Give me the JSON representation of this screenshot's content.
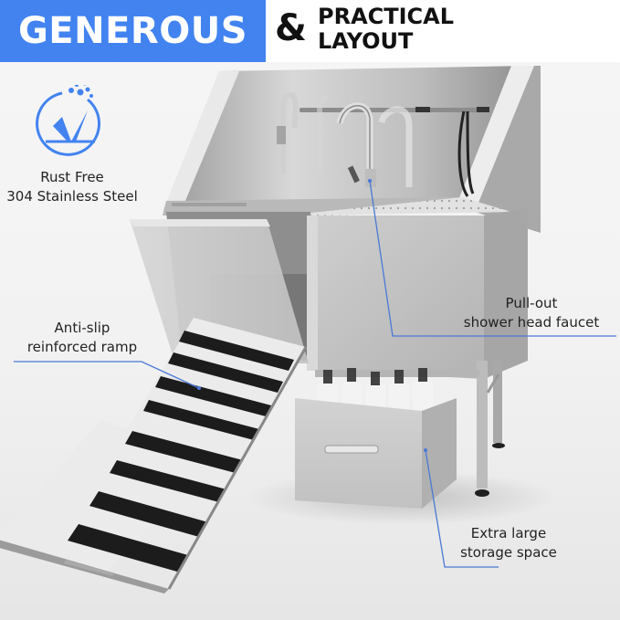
{
  "banner": {
    "highlight": "GENEROUS",
    "ampersand": "&",
    "line1": "PRACTICAL",
    "line2": "LAYOUT"
  },
  "colors": {
    "brand_blue": "#4283f0",
    "leader_line": "#4a78d6",
    "steel": "#c4c4c4",
    "stripe": "#1c1c1c"
  },
  "features": [
    {
      "icon": "rust-free-check-icon",
      "line1": "Rust Free",
      "line2": "304 Stainless Steel"
    },
    {
      "line1": "Anti-slip",
      "line2": "reinforced ramp"
    },
    {
      "line1": "Pull-out",
      "line2": "shower head faucet"
    },
    {
      "line1": "Extra large",
      "line2": "storage space"
    }
  ],
  "product": {
    "name": "stainless-steel-pet-grooming-tub",
    "parts": [
      "backsplash",
      "faucets",
      "hose-rack",
      "door",
      "tub",
      "ramp",
      "drawer",
      "legs"
    ]
  }
}
